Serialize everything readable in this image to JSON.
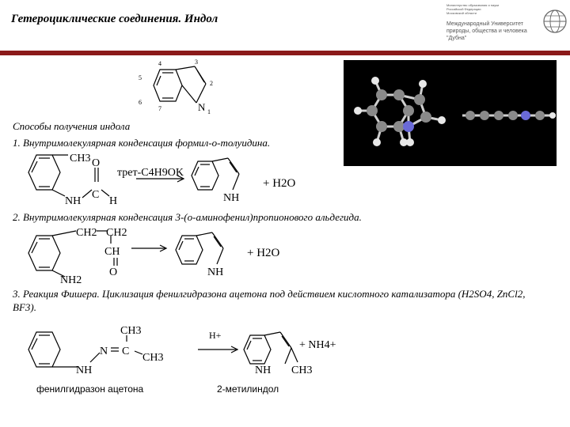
{
  "header": {
    "title": "Гетероциклические соединения. Индол",
    "logo_small_1": "Министерство образования и науки",
    "logo_small_2": "Российской Федерации",
    "logo_small_3": "Московской области",
    "logo_main_1": "Международный Университет",
    "logo_main_2": "природы, общества и человека",
    "logo_main_3": "\"Дубна\"",
    "accent_color": "#8b1a1a"
  },
  "indole_numbering": [
    "1",
    "2",
    "3",
    "4",
    "5",
    "6",
    "7"
  ],
  "indole_N_label": "N",
  "methods_heading": "Способы получения индола",
  "method1": {
    "text": "1. Внутримолекулярная конденсация формил-о-толуидина.",
    "reactant_labels": [
      "CH3",
      "NH",
      "C",
      "O",
      "H"
    ],
    "reagent": "трет-C4H9OK",
    "product_label": "NH",
    "byproduct": "+ H2O"
  },
  "method2": {
    "text": "2. Внутримолекулярная конденсация 3-(о-аминофенил)пропионового альдегида.",
    "reactant_labels": [
      "CH2",
      "CH2",
      "CH",
      "O",
      "NH2"
    ],
    "product_label": "NH",
    "byproduct": "+ H2O"
  },
  "method3": {
    "text": "3. Реакция Фишера. Циклизация фенилгидразона ацетона под действием кислотного катализатора (H2SO4, ZnCl2, BF3).",
    "reactant_labels": [
      "NH",
      "N",
      "C",
      "CH3",
      "CH3"
    ],
    "reagent": "H+",
    "product_labels": [
      "NH",
      "CH3"
    ],
    "byproduct": "+ NH4+",
    "reactant_caption": "фенилгидразон ацетона",
    "product_caption": "2-метилиндол"
  },
  "model_3d": {
    "background": "#000000",
    "atom_carbon": "#8a8a8a",
    "atom_hydrogen": "#e8e8e8",
    "atom_nitrogen": "#6a6ad8"
  }
}
